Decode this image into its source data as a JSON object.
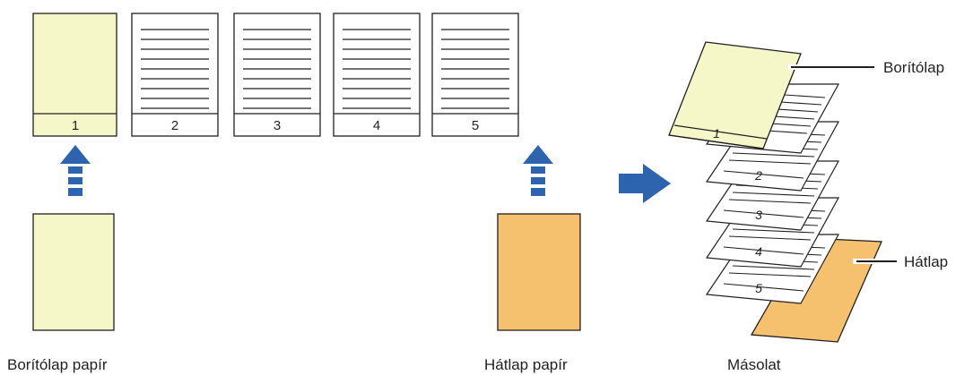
{
  "colors": {
    "cover": "#f5f7c8",
    "back": "#f6c16e",
    "arrow": "#2e63ad",
    "outline": "#231f20"
  },
  "original_pages": [
    "1",
    "2",
    "3",
    "4",
    "5"
  ],
  "labels": {
    "cover_paper": "Borítólap papír",
    "back_paper": "Hátlap papír",
    "copy": "Másolat",
    "front_cover": "Borítólap",
    "back_cover": "Hátlap"
  },
  "output_pages": [
    "1",
    "2",
    "3",
    "4",
    "5"
  ],
  "icons": [
    "dashed-up-arrow-icon",
    "right-arrow-icon"
  ]
}
